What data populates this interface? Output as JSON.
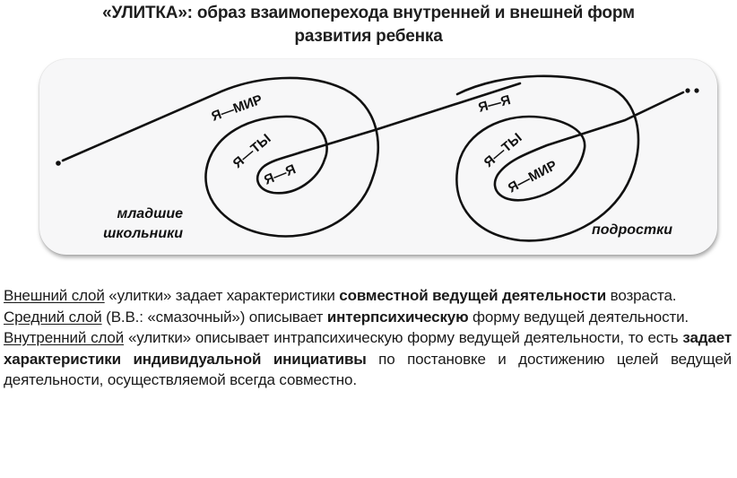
{
  "title": {
    "line1": "«УЛИТКА»: образ взаимоперехода внутренней и внешней форм",
    "line2": "развития ребенка"
  },
  "diagram": {
    "left_snail": {
      "outer_label": "Я—МИР",
      "middle_label": "Я—ТЫ",
      "inner_label": "Я—Я",
      "caption_line1": "младшие",
      "caption_line2": "школьники"
    },
    "right_snail": {
      "outer_label": "Я—Я",
      "middle_label": "Я—ТЫ",
      "inner_label": "Я—МИР",
      "caption": "подростки"
    },
    "start_marker": "•",
    "end_marker": "••",
    "line_color": "#111111",
    "box_color": "#f7f7f8"
  },
  "paragraphs": [
    {
      "label": "Внешний слой",
      "t1": " «улитки» задает характеристики ",
      "bold": "совместной ведущей деятельности",
      "t2": " возраста."
    },
    {
      "label": "Средний слой",
      "t1": " (В.В.: «смазочный») описывает ",
      "bold": "интерпсихическую",
      "t2": " форму ведущей деятельности."
    },
    {
      "label": "Внутренний слой",
      "t1": " «улитки» описывает интрапсихическую форму ведущей деятельности, то есть ",
      "bold": "задает характеристики индивидуальной инициативы",
      "t2": " по постановке и достижению целей ведущей деятельности, осуществляемой всегда совместно."
    }
  ]
}
